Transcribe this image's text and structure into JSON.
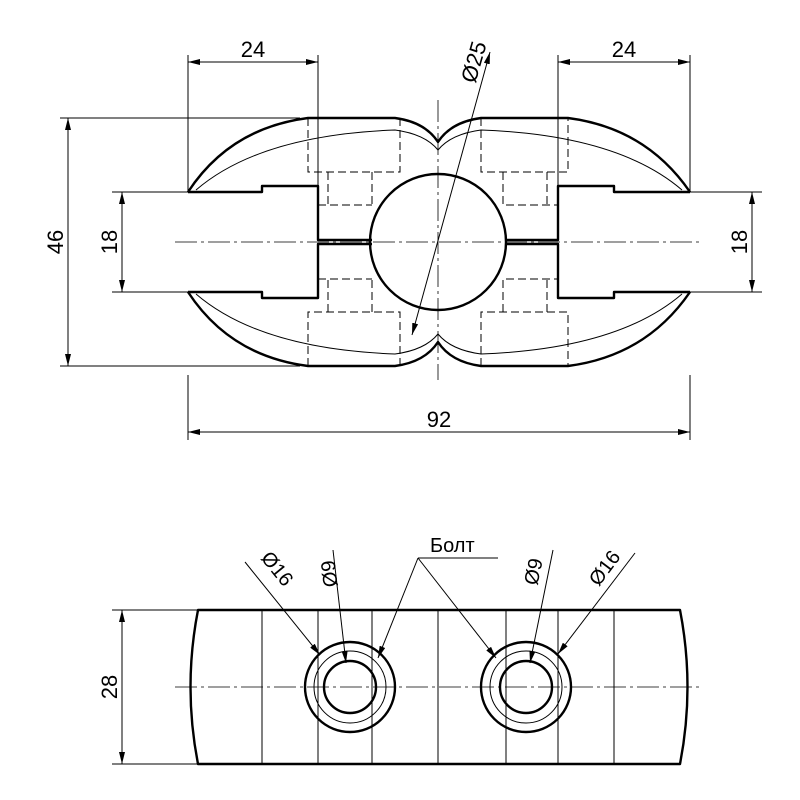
{
  "drawing": {
    "top_view": {
      "dims": {
        "left_width": "24",
        "right_width": "24",
        "bore_diameter": "Ø25",
        "overall_height": "46",
        "left_slot": "18",
        "right_slot": "18",
        "overall_length": "92"
      }
    },
    "front_view": {
      "dims": {
        "height": "28",
        "left_counterbore": "Ø16",
        "left_hole": "Ø9",
        "right_hole": "Ø9",
        "right_counterbore": "Ø16",
        "bolt_label": "Болт"
      }
    }
  }
}
